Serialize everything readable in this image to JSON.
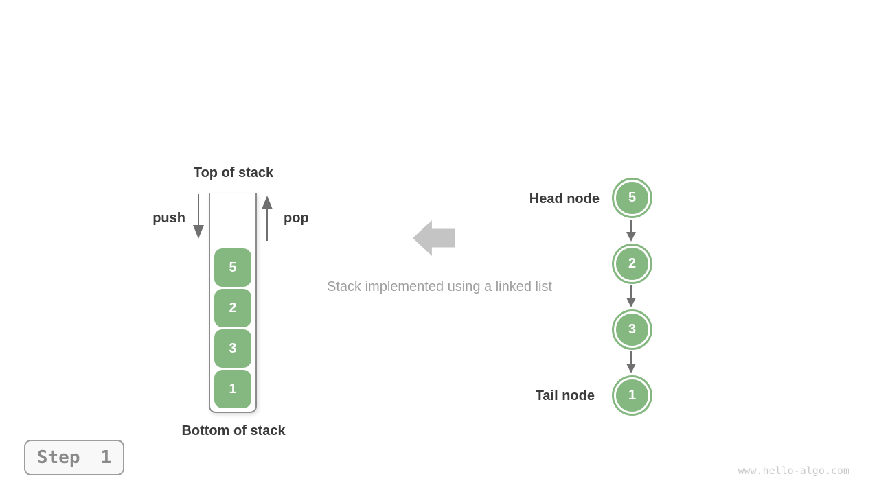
{
  "figure": {
    "stack": {
      "top_label": "Top of stack",
      "bottom_label": "Bottom of stack",
      "push_label": "push",
      "pop_label": "pop",
      "items_top_to_bottom": [
        "5",
        "2",
        "3",
        "1"
      ]
    },
    "caption": "Stack implemented using a linked list",
    "linked_list": {
      "head_label": "Head node",
      "tail_label": "Tail node",
      "nodes_head_to_tail": [
        "5",
        "2",
        "3",
        "1"
      ]
    },
    "step_label": "Step 1",
    "watermark": "www.hello-algo.com",
    "colors": {
      "node_green": "#85b781",
      "label_dark": "#3b3b3b",
      "arrow_gray": "#707070",
      "block_arrow_gray": "#c4c4c4",
      "caption_gray": "#9e9e9e",
      "container_border": "#8c8c8c",
      "step_text": "#8a8a8a",
      "watermark_gray": "#cacaca"
    }
  }
}
